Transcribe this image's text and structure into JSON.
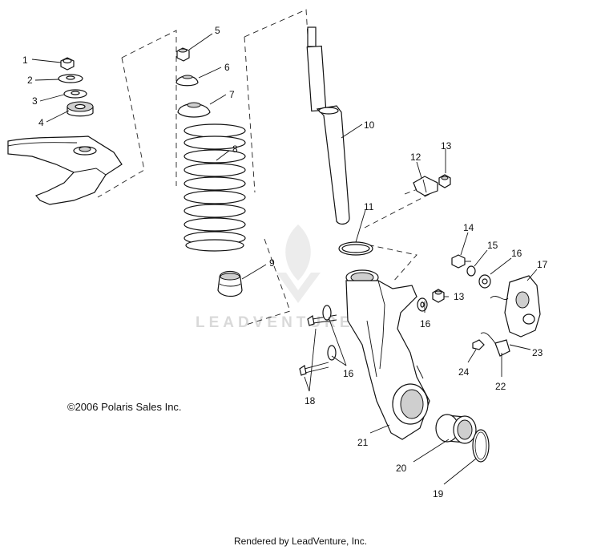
{
  "watermark": {
    "text": "LEADVENTURE"
  },
  "copyright": "©2006 Polaris Sales Inc.",
  "footer": "Rendered by LeadVenture, Inc.",
  "callouts": [
    {
      "id": "c1",
      "text": "1"
    },
    {
      "id": "c2",
      "text": "2"
    },
    {
      "id": "c3",
      "text": "3"
    },
    {
      "id": "c4",
      "text": "4"
    },
    {
      "id": "c5",
      "text": "5"
    },
    {
      "id": "c6",
      "text": "6"
    },
    {
      "id": "c7",
      "text": "7"
    },
    {
      "id": "c8",
      "text": "8"
    },
    {
      "id": "c9",
      "text": "9"
    },
    {
      "id": "c10",
      "text": "10"
    },
    {
      "id": "c11",
      "text": "11"
    },
    {
      "id": "c12",
      "text": "12"
    },
    {
      "id": "c13a",
      "text": "13"
    },
    {
      "id": "c13b",
      "text": "13"
    },
    {
      "id": "c14",
      "text": "14"
    },
    {
      "id": "c15",
      "text": "15"
    },
    {
      "id": "c16a",
      "text": "16"
    },
    {
      "id": "c16b",
      "text": "16"
    },
    {
      "id": "c16c",
      "text": "16"
    },
    {
      "id": "c17",
      "text": "17"
    },
    {
      "id": "c18",
      "text": "18"
    },
    {
      "id": "c19",
      "text": "19"
    },
    {
      "id": "c20",
      "text": "20"
    },
    {
      "id": "c21",
      "text": "21"
    },
    {
      "id": "c22",
      "text": "22"
    },
    {
      "id": "c23",
      "text": "23"
    },
    {
      "id": "c24",
      "text": "24"
    }
  ]
}
